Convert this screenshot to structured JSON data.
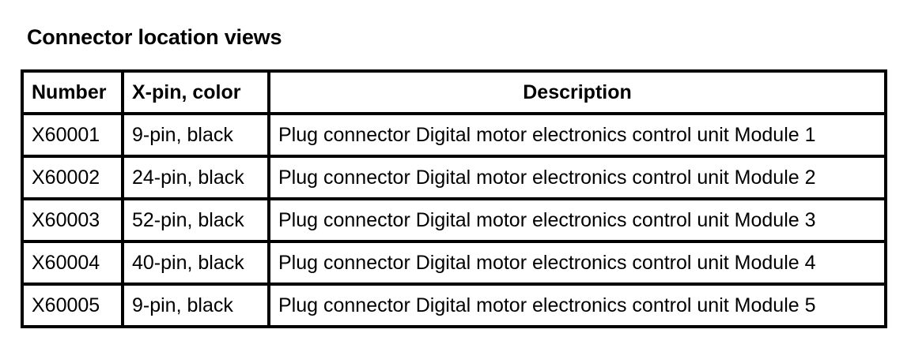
{
  "document": {
    "title": "Connector location views"
  },
  "table": {
    "columns": [
      {
        "key": "number",
        "label": "Number",
        "align": "left"
      },
      {
        "key": "xpin",
        "label": "X-pin, color",
        "align": "left"
      },
      {
        "key": "description",
        "label": "Description",
        "align": "center"
      }
    ],
    "rows": [
      {
        "number": "X60001",
        "xpin": "9-pin, black",
        "description": "Plug connector Digital motor electronics control unit Module 1"
      },
      {
        "number": "X60002",
        "xpin": "24-pin, black",
        "description": "Plug connector Digital motor electronics control unit Module 2"
      },
      {
        "number": "X60003",
        "xpin": "52-pin, black",
        "description": "Plug connector Digital motor electronics control unit Module 3"
      },
      {
        "number": "X60004",
        "xpin": "40-pin, black",
        "description": "Plug connector Digital motor electronics control unit Module 4"
      },
      {
        "number": "X60005",
        "xpin": "9-pin, black",
        "description": "Plug connector Digital motor electronics control unit Module 5"
      }
    ]
  },
  "style": {
    "background": "#ffffff",
    "text_color": "#000000",
    "border_color": "#000000"
  }
}
